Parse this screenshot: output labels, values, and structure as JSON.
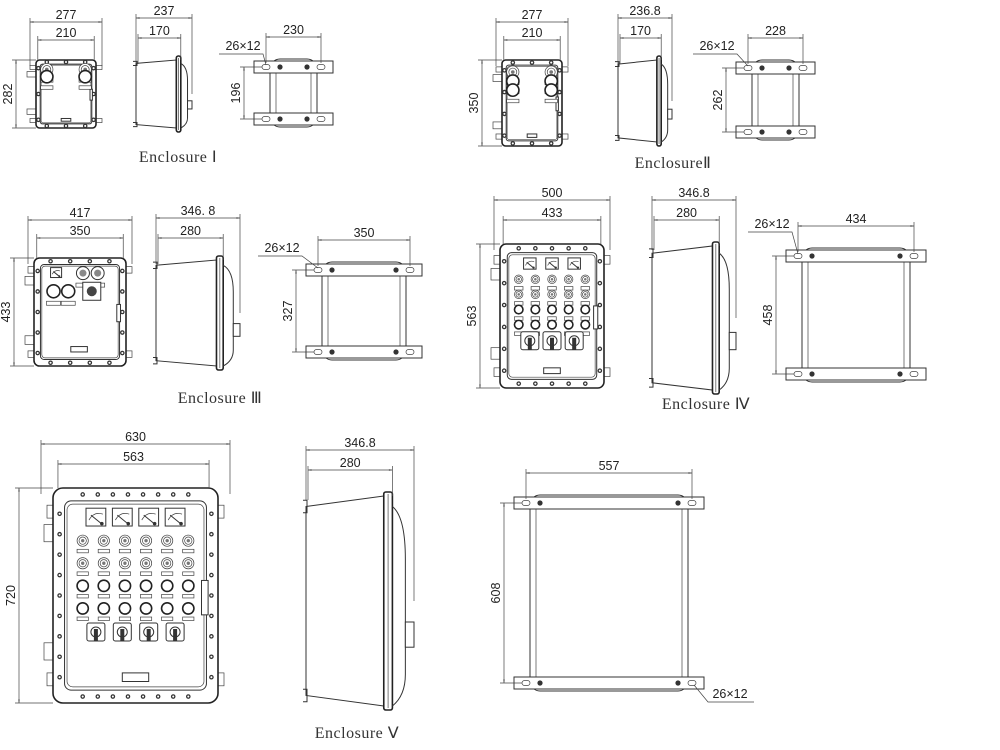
{
  "title": "Explosion-proof enclosure dimension drawings",
  "colors": {
    "line": "#333333",
    "background": "#ffffff"
  },
  "enclosures": [
    {
      "id": "I",
      "caption": "Enclosure Ⅰ",
      "front": {
        "overall_width": "277",
        "inner_width": "210",
        "height": "282"
      },
      "side": {
        "overall_depth": "237",
        "body_depth": "170"
      },
      "mount": {
        "slot": "26×12",
        "hole_spacing_x": "230",
        "hole_spacing_y": "196"
      },
      "panel": {
        "meters": 0,
        "pilot_lights_per_row": 2,
        "pilot_rows": 1,
        "buttons_per_row": 2,
        "button_rows": 1,
        "switches": 0
      }
    },
    {
      "id": "II",
      "caption": "EnclosureⅡ",
      "front": {
        "overall_width": "277",
        "inner_width": "210",
        "height": "350"
      },
      "side": {
        "overall_depth": "236.8",
        "body_depth": "170"
      },
      "mount": {
        "slot": "26×12",
        "hole_spacing_x": "228",
        "hole_spacing_y": "262"
      },
      "panel": {
        "meters": 0,
        "pilot_lights_per_row": 2,
        "pilot_rows": 1,
        "buttons_per_row": 2,
        "button_rows": 2,
        "switches": 0
      }
    },
    {
      "id": "III",
      "caption": "Enclosure Ⅲ",
      "front": {
        "overall_width": "417",
        "inner_width": "350",
        "height": "433"
      },
      "side": {
        "overall_depth": "346. 8",
        "body_depth": "280"
      },
      "mount": {
        "slot": "26×12",
        "hole_spacing_x": "350",
        "hole_spacing_y": "327"
      },
      "panel": {
        "meters": 1,
        "pilot_lights_per_row": 2,
        "pilot_rows": 1,
        "buttons_per_row": 2,
        "button_rows": 1,
        "switches": 1
      }
    },
    {
      "id": "IV",
      "caption": "Enclosure Ⅳ",
      "front": {
        "overall_width": "500",
        "inner_width": "433",
        "height": "563"
      },
      "side": {
        "overall_depth": "346.8",
        "body_depth": "280"
      },
      "mount": {
        "slot": "26×12",
        "hole_spacing_x": "434",
        "hole_spacing_y": "458"
      },
      "panel": {
        "meters": 3,
        "pilot_lights_per_row": 5,
        "pilot_rows": 2,
        "buttons_per_row": 5,
        "button_rows": 2,
        "switches": 3
      }
    },
    {
      "id": "V",
      "caption": "Enclosure Ⅴ",
      "front": {
        "overall_width": "630",
        "inner_width": "563",
        "height": "720"
      },
      "side": {
        "overall_depth": "346.8",
        "body_depth": "280"
      },
      "mount": {
        "slot": "26×12",
        "hole_spacing_x": "557",
        "hole_spacing_y": "608"
      },
      "panel": {
        "meters": 4,
        "pilot_lights_per_row": 6,
        "pilot_rows": 2,
        "buttons_per_row": 6,
        "button_rows": 2,
        "switches": 4
      }
    }
  ]
}
